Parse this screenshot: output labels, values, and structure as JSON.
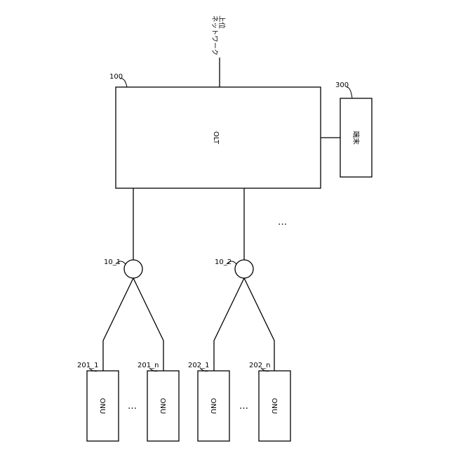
{
  "upper_network": {
    "line1": "上位",
    "line2": "ネットワーク"
  },
  "olt": {
    "ref": "100",
    "label": "OLT"
  },
  "terminal": {
    "ref": "300",
    "label": "端末"
  },
  "splitters": [
    {
      "ref": "10_1"
    },
    {
      "ref": "10_2"
    }
  ],
  "onus": [
    {
      "ref": "201_1",
      "label": "ONU"
    },
    {
      "ref": "201_n",
      "label": "ONU"
    },
    {
      "ref": "202_1",
      "label": "ONU"
    },
    {
      "ref": "202_n",
      "label": "ONU"
    }
  ],
  "ellipsis": "…"
}
